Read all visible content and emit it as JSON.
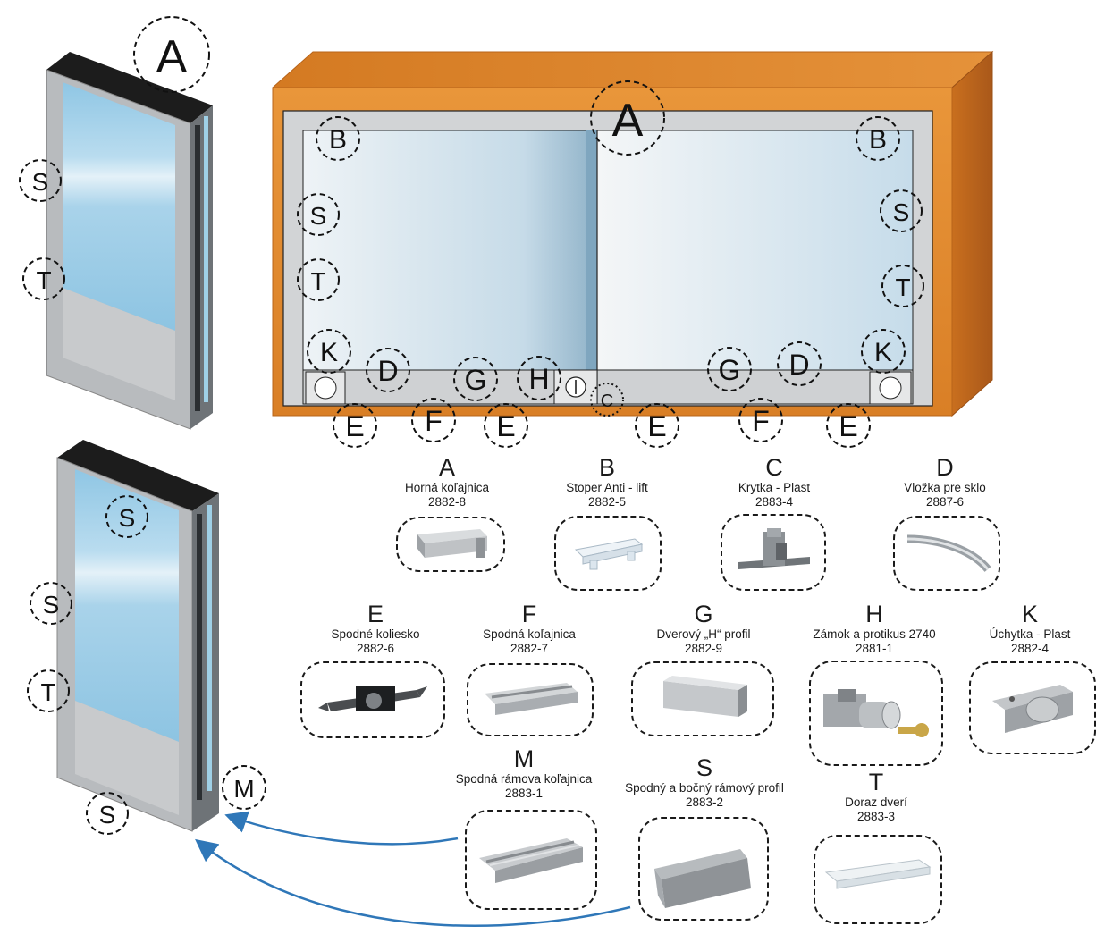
{
  "callouts": {
    "cabinet": {
      "A": "A",
      "B_left": "B",
      "B_right": "B",
      "S_left": "S",
      "S_right": "S",
      "T_left": "T",
      "T_right": "T",
      "K_left": "K",
      "K_right": "K",
      "D_left": "D",
      "D_right": "D",
      "G_left": "G",
      "G_right": "G",
      "H": "H",
      "C": "C",
      "E1": "E",
      "E2": "E",
      "E3": "E",
      "E4": "E",
      "F1": "F",
      "F2": "F"
    },
    "door_top": {
      "A": "A",
      "S": "S",
      "T": "T"
    },
    "door_bottom": {
      "S_top": "S",
      "S_mid": "S",
      "T": "T",
      "S_bottom": "S",
      "M": "M"
    }
  },
  "parts": [
    {
      "letter": "A",
      "name": "Horná koľajnica",
      "code": "2882-8",
      "icon": "top-rail-icon"
    },
    {
      "letter": "B",
      "name": "Stoper Anti - lift",
      "code": "2882-5",
      "icon": "stopper-icon"
    },
    {
      "letter": "C",
      "name": "Krytka - Plast",
      "code": "2883-4",
      "icon": "cap-icon"
    },
    {
      "letter": "D",
      "name": "Vložka pre sklo",
      "code": "2887-6",
      "icon": "glass-insert-icon"
    },
    {
      "letter": "E",
      "name": "Spodné koliesko",
      "code": "2882-6",
      "icon": "wheel-icon"
    },
    {
      "letter": "F",
      "name": "Spodná koľajnica",
      "code": "2882-7",
      "icon": "bottom-rail-icon"
    },
    {
      "letter": "G",
      "name": "Dverový „H“ profil",
      "code": "2882-9",
      "icon": "h-profile-icon"
    },
    {
      "letter": "H",
      "name": "Zámok a protikus 2740",
      "code": "2881-1",
      "icon": "lock-icon"
    },
    {
      "letter": "K",
      "name": "Úchytka - Plast",
      "code": "2882-4",
      "icon": "handle-icon"
    },
    {
      "letter": "M",
      "name": "Spodná rámova koľajnica",
      "code": "2883-1",
      "icon": "frame-rail-icon"
    },
    {
      "letter": "S",
      "name": "Spodný a bočný rámový profil",
      "code": "2883-2",
      "icon": "frame-profile-icon"
    },
    {
      "letter": "T",
      "name": "Doraz dverí",
      "code": "2883-3",
      "icon": "door-stop-icon"
    }
  ],
  "colors": {
    "wood": "#e08a2e",
    "wood_dark": "#b8641a",
    "aluminium": "#c9cccf",
    "glass": "#cfe6f3",
    "arrow": "#2f77b8",
    "frame_dark": "#1c1c1c"
  }
}
